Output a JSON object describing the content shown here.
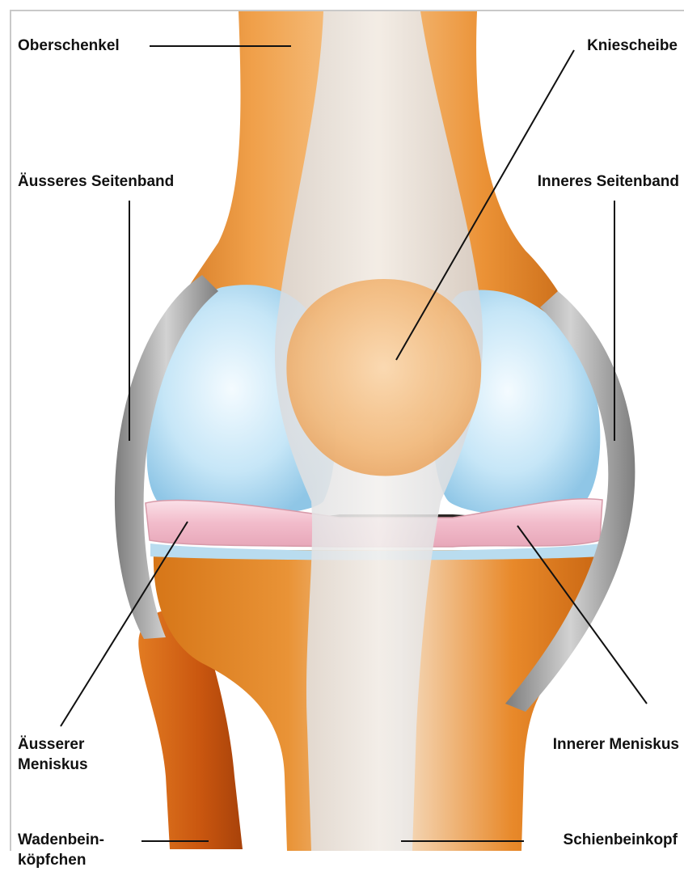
{
  "labels": {
    "oberschenkel": "Oberschenkel",
    "kniescheibe": "Kniescheibe",
    "aeusseres_seitenband": "Äusseres Seitenband",
    "inneres_seitenband": "Inneres Seitenband",
    "aeusserer_meniskus": [
      "Äusserer",
      "Meniskus"
    ],
    "innerer_meniskus": "Innerer Meniskus",
    "wadenbeinkoepfchen": [
      "Wadenbein-",
      "köpfchen"
    ],
    "schienbeinkopf": "Schienbeinkopf"
  },
  "colors": {
    "bone": "#e9892e",
    "bone_dark": "#c86a17",
    "cartilage": "#bfe2f5",
    "meniscus": "#f3c7d2",
    "ligament": "#9a9a9a",
    "tendon": "#e3e3e6",
    "text": "#111111",
    "frame": "#c9c9c9"
  }
}
